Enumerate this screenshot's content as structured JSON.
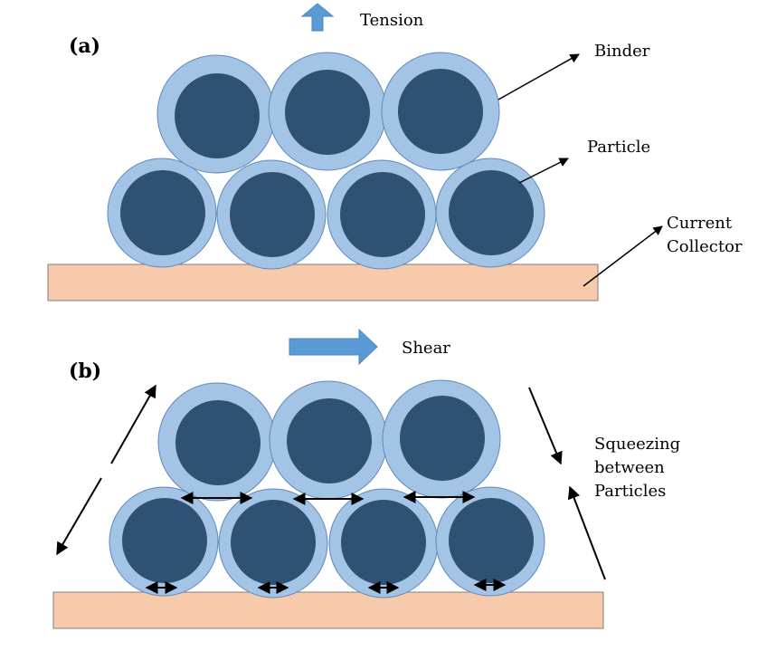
{
  "panel_a": {
    "label": "(a)",
    "force_label": "Tension",
    "binder_label": "Binder",
    "particle_label": "Particle",
    "collector_label_line1": "Current",
    "collector_label_line2": "Collector"
  },
  "panel_b": {
    "label": "(b)",
    "force_label": "Shear",
    "squeeze_label_line1": "Squeezing",
    "squeeze_label_line2": "between",
    "squeeze_label_line3": "Particles"
  },
  "colors": {
    "binder": "#a4c4e6",
    "binder_stroke": "#5e88bd",
    "particle": "#2f5173",
    "collector": "#f7caab",
    "collector_stroke": "#7f7f7f",
    "force_arrow": "#5b9bd5"
  }
}
